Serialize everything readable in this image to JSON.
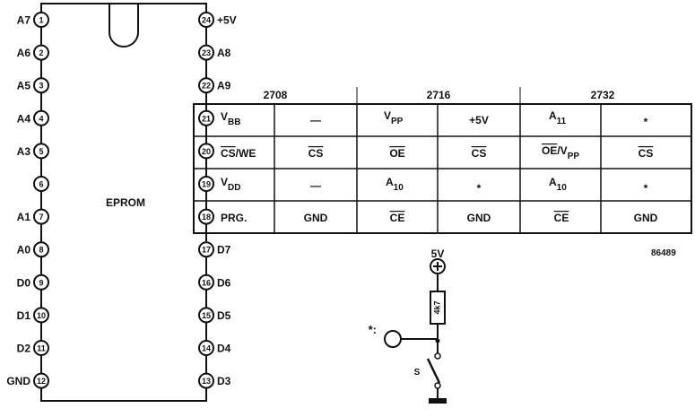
{
  "chip": {
    "label": "EPROM",
    "left_pins": [
      {
        "num": "1",
        "name": "A7"
      },
      {
        "num": "2",
        "name": "A6"
      },
      {
        "num": "3",
        "name": "A5"
      },
      {
        "num": "4",
        "name": "A4"
      },
      {
        "num": "5",
        "name": "A3"
      },
      {
        "num": "6",
        "name": ""
      },
      {
        "num": "7",
        "name": "A1"
      },
      {
        "num": "8",
        "name": "A0"
      },
      {
        "num": "9",
        "name": "D0"
      },
      {
        "num": "10",
        "name": "D1"
      },
      {
        "num": "11",
        "name": "D2"
      },
      {
        "num": "12",
        "name": "GND"
      }
    ],
    "right_pins": [
      {
        "num": "24",
        "name": "+5V"
      },
      {
        "num": "23",
        "name": "A8"
      },
      {
        "num": "22",
        "name": "A9"
      },
      {
        "num": "21",
        "name": ""
      },
      {
        "num": "20",
        "name": ""
      },
      {
        "num": "19",
        "name": ""
      },
      {
        "num": "18",
        "name": ""
      },
      {
        "num": "17",
        "name": "D7"
      },
      {
        "num": "16",
        "name": "D6"
      },
      {
        "num": "15",
        "name": "D5"
      },
      {
        "num": "14",
        "name": "D4"
      },
      {
        "num": "13",
        "name": "D3"
      }
    ]
  },
  "table": {
    "groups": [
      "2708",
      "2716",
      "2732"
    ],
    "rows": [
      {
        "pin": "V_BB",
        "cells": [
          "—",
          "V_PP",
          "+5V",
          "A_11",
          "*"
        ]
      },
      {
        "pin": "CS/WE",
        "cells": [
          "CS",
          "OE",
          "CS",
          "OE/V_PP",
          "CS"
        ]
      },
      {
        "pin": "V_DD",
        "cells": [
          "—",
          "A_10",
          "*",
          "A_10",
          "*"
        ]
      },
      {
        "pin": "PRG.",
        "cells": [
          "GND",
          "CE",
          "GND",
          "CE",
          "GND"
        ]
      }
    ]
  },
  "figure_number": "86489",
  "circuit": {
    "supply_label": "5V",
    "resistor_label": "4k7",
    "input_label": "*:",
    "switch_label": "S"
  }
}
